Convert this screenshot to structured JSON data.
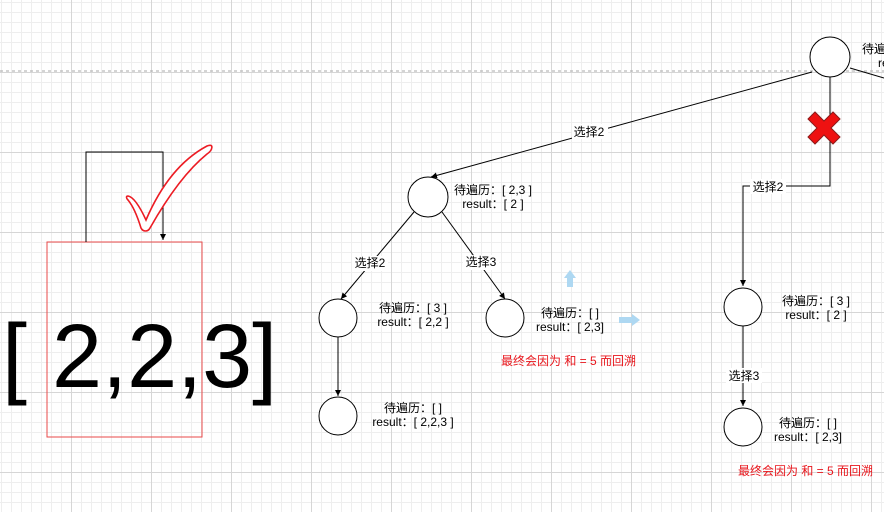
{
  "colors": {
    "accent_red": "#e8161c",
    "check_red": "#ec1c24",
    "hint_blue": "#aed8f2"
  },
  "array_label": "[ 2,2,3]",
  "root": {
    "pending": "待遍历：",
    "result": "re"
  },
  "edges": {
    "root_to_a": "选择2",
    "root_to_d": "选择2",
    "a_to_b": "选择2",
    "a_to_c": "选择3",
    "d_to_e": "选择3"
  },
  "nodes": {
    "a": {
      "pending": "待遍历：[ 2,3 ]",
      "result": "result：[ 2 ]"
    },
    "b": {
      "pending": "待遍历：[ 3 ]",
      "result": "result：[ 2,2 ]"
    },
    "bb": {
      "pending": "待遍历：[  ]",
      "result": "result：[ 2,2,3 ]"
    },
    "c": {
      "pending": "待遍历：[ ]",
      "result": "result：[ 2,3]"
    },
    "d": {
      "pending": "待遍历：[ 3 ]",
      "result": "result：[ 2 ]"
    },
    "e": {
      "pending": "待遍历：[ ]",
      "result": "result：[ 2,3]"
    }
  },
  "notes": {
    "c_note": "最终会因为 和 = 5 而回溯",
    "e_note": "最终会因为 和 = 5 而回溯"
  },
  "icons": [
    "check-mark-icon",
    "cross-mark-icon",
    "arrow-up-icon",
    "arrow-right-icon"
  ]
}
